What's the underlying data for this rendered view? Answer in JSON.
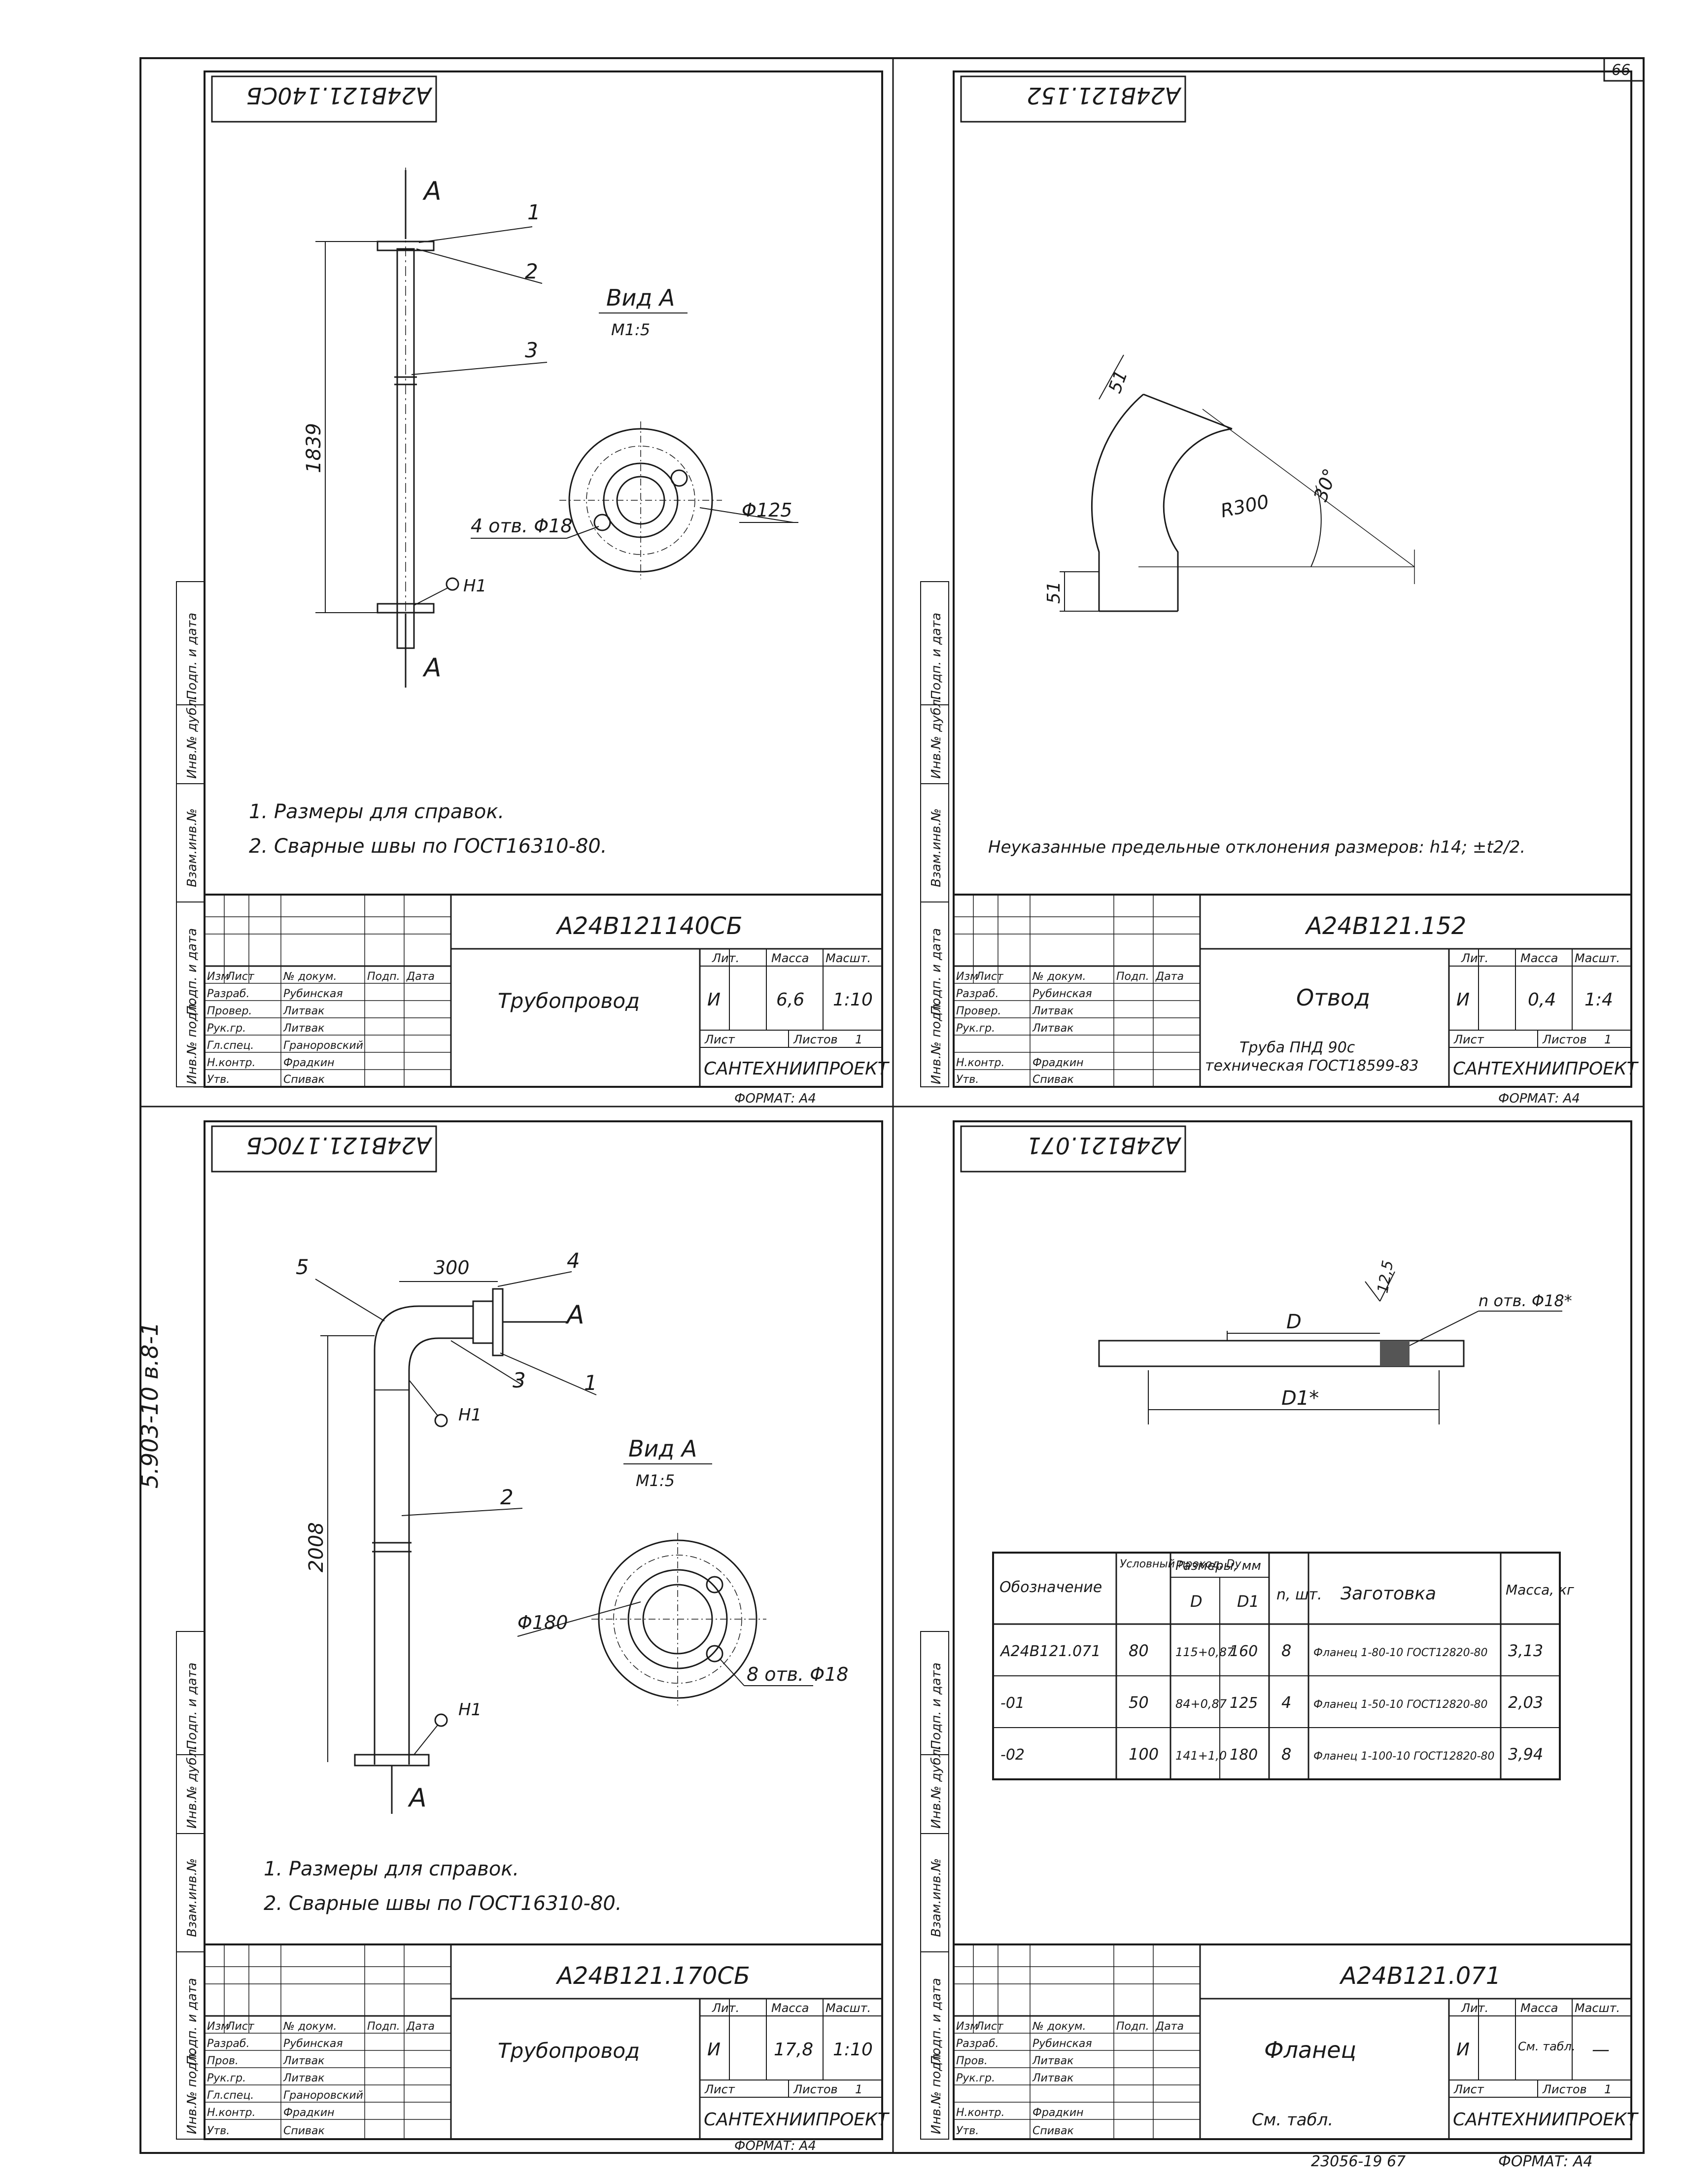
{
  "page": {
    "sheet_number": "66",
    "series_label": "5.903-10   в.8-1",
    "bottom_code": "23056-19    67",
    "format_label": "ФОРМАТ: А4"
  },
  "side_labels": [
    "Взам.инв.№",
    "Инв.№ дубл.",
    "Подп. и дата",
    "Инв.№ подл."
  ],
  "stamp_headers": {
    "lit": "Лит.",
    "mass": "Масса",
    "scale": "Масшт.",
    "sheet": "Лист",
    "sheets": "Листов",
    "izm": "Изм",
    "list": "Лист",
    "doc": "№ докум.",
    "podp": "Подп.",
    "data": "Дата"
  },
  "drawings": [
    {
      "designation": "А24В121140СБ",
      "designation_mirrored": "А24В121.140СБ",
      "title": "Трубопровод",
      "subtitle": "",
      "lit": "И",
      "mass": "6,6",
      "scale": "1:10",
      "sheets_value": "1",
      "org": "САНТЕХНИИПРОЕКТ",
      "format": "ФОРМАТ: А4",
      "people": [
        {
          "role": "Разраб.",
          "name": "Рубинская"
        },
        {
          "role": "Провер.",
          "name": "Литвак"
        },
        {
          "role": "Рук.гр.",
          "name": "Литвак"
        },
        {
          "role": "Гл.спец.",
          "name": "Граноровский"
        },
        {
          "role": "Н.контр.",
          "name": "Фрадкин"
        },
        {
          "role": "Утв.",
          "name": "Спивак"
        }
      ],
      "notes": [
        "1. Размеры для справок.",
        "2. Сварные швы по ГОСТ16310-80."
      ],
      "labels": {
        "section": "А",
        "view": "Вид А",
        "view_scale": "М1:5",
        "dim_length": "1839",
        "holes": "4 отв. Φ18",
        "diameter": "Φ125",
        "pos": [
          "1",
          "2",
          "3"
        ],
        "marker": "Н1"
      }
    },
    {
      "designation": "А24В121.152",
      "designation_mirrored": "А24В121.152",
      "title": "Отвод",
      "subtitle": [
        "Труба ПНД 90с",
        "техническая ГОСТ18599-83"
      ],
      "lit": "И",
      "mass": "0,4",
      "scale": "1:4",
      "sheets_value": "1",
      "org": "САНТЕХНИИПРОЕКТ",
      "format": "ФОРМАТ: А4",
      "people": [
        {
          "role": "Разраб.",
          "name": "Рубинская"
        },
        {
          "role": "Провер.",
          "name": "Литвак"
        },
        {
          "role": "Рук.гр.",
          "name": "Литвак"
        },
        {
          "role": "",
          "name": ""
        },
        {
          "role": "Н.контр.",
          "name": "Фрадкин"
        },
        {
          "role": "Утв.",
          "name": "Спивак"
        }
      ],
      "notes": [
        "Неуказанные предельные отклонения размеров: h14; ±t2/2."
      ],
      "labels": {
        "dim_a": "51",
        "dim_b": "51",
        "radius": "R300",
        "angle": "30°"
      }
    },
    {
      "designation": "А24В121.170СБ",
      "designation_mirrored": "А24В121.170СБ",
      "title": "Трубопровод",
      "subtitle": "",
      "lit": "И",
      "mass": "17,8",
      "scale": "1:10",
      "sheets_value": "1",
      "org": "САНТЕХНИИПРОЕКТ",
      "format": "ФОРМАТ: А4",
      "people": [
        {
          "role": "Разраб.",
          "name": "Рубинская"
        },
        {
          "role": "Пров.",
          "name": "Литвак"
        },
        {
          "role": "Рук.гр.",
          "name": "Литвак"
        },
        {
          "role": "Гл.спец.",
          "name": "Граноровский"
        },
        {
          "role": "Н.контр.",
          "name": "Фрадкин"
        },
        {
          "role": "Утв.",
          "name": "Спивак"
        }
      ],
      "notes": [
        "1. Размеры для справок.",
        "2. Сварные швы по ГОСТ16310-80."
      ],
      "labels": {
        "section": "А",
        "view": "Вид А",
        "view_scale": "М1:5",
        "dim_length": "2008",
        "dim_offset": "300",
        "holes": "8 отв. Φ18",
        "diameter": "Φ180",
        "pos": [
          "1",
          "2",
          "3",
          "4",
          "5"
        ],
        "marker": "Н1"
      }
    },
    {
      "designation": "А24В121.071",
      "designation_mirrored": "А24В121.071",
      "title": "Фланец",
      "subtitle": "См. табл.",
      "lit": "И",
      "mass": "См. табл.",
      "scale": "—",
      "sheets_value": "1",
      "org": "САНТЕХНИИПРОЕКТ",
      "format": "ФОРМАТ: А4",
      "people": [
        {
          "role": "Разраб.",
          "name": "Рубинская"
        },
        {
          "role": "Пров.",
          "name": "Литвак"
        },
        {
          "role": "Рук.гр.",
          "name": "Литвак"
        },
        {
          "role": "",
          "name": ""
        },
        {
          "role": "Н.контр.",
          "name": "Фрадкин"
        },
        {
          "role": "Утв.",
          "name": "Спивак"
        }
      ],
      "labels": {
        "roughness": "12,5",
        "holes": "n отв. Φ18*",
        "D": "D",
        "D1": "D1*"
      },
      "table": {
        "headers": [
          "Обозначение",
          "Условный проход, Dу",
          "D",
          "D1",
          "n, шт.",
          "Заготовка",
          "Масса, кг"
        ],
        "header_group": "Размеры, мм",
        "rows": [
          [
            "А24В121.071",
            "80",
            "115+0,87",
            "160",
            "8",
            "Фланец 1-80-10 ГОСТ12820-80",
            "3,13"
          ],
          [
            "-01",
            "50",
            "84+0,87",
            "125",
            "4",
            "Фланец 1-50-10 ГОСТ12820-80",
            "2,03"
          ],
          [
            "-02",
            "100",
            "141+1,0",
            "180",
            "8",
            "Фланец 1-100-10 ГОСТ12820-80",
            "3,94"
          ]
        ]
      }
    }
  ]
}
